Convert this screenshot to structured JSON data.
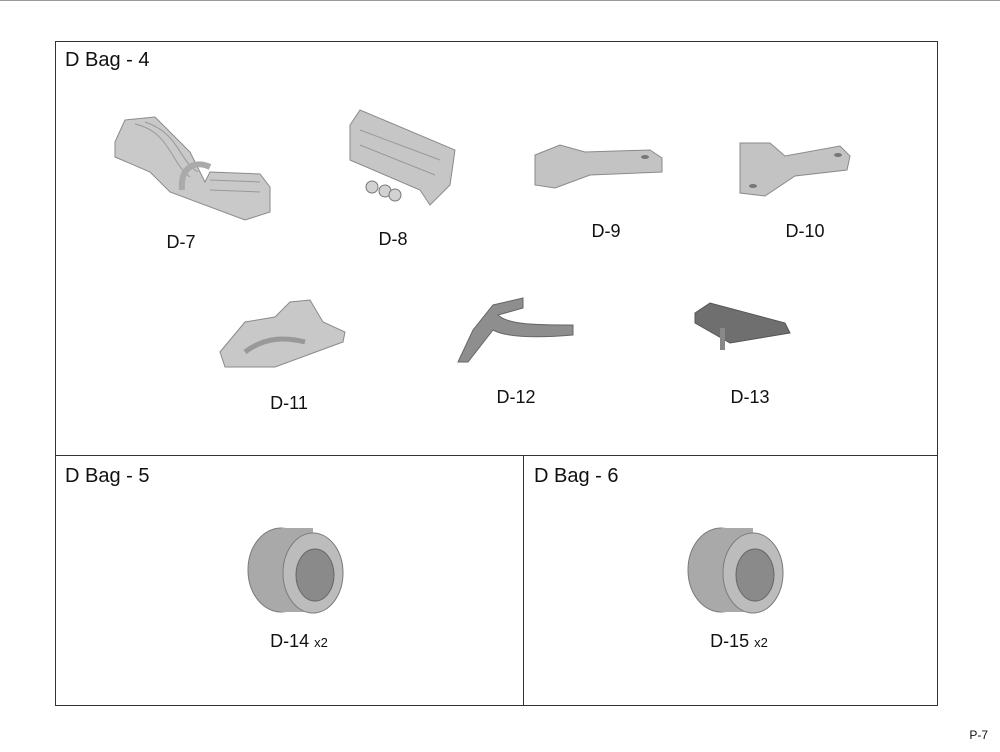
{
  "page_number": "P-7",
  "sections": [
    {
      "title": "D Bag - 4",
      "parts": [
        {
          "label": "D-7",
          "icon": "front-wing-part"
        },
        {
          "label": "D-8",
          "icon": "rear-wing-part"
        },
        {
          "label": "D-9",
          "icon": "bracket-part"
        },
        {
          "label": "D-10",
          "icon": "bracket-part"
        },
        {
          "label": "D-11",
          "icon": "cowl-part"
        },
        {
          "label": "D-12",
          "icon": "arm-part"
        },
        {
          "label": "D-13",
          "icon": "fin-part"
        }
      ]
    },
    {
      "title": "D Bag - 5",
      "parts": [
        {
          "label": "D-14",
          "qty": "x2",
          "icon": "wheel-part"
        }
      ]
    },
    {
      "title": "D Bag - 6",
      "parts": [
        {
          "label": "D-15",
          "qty": "x2",
          "icon": "wheel-part"
        }
      ]
    }
  ]
}
